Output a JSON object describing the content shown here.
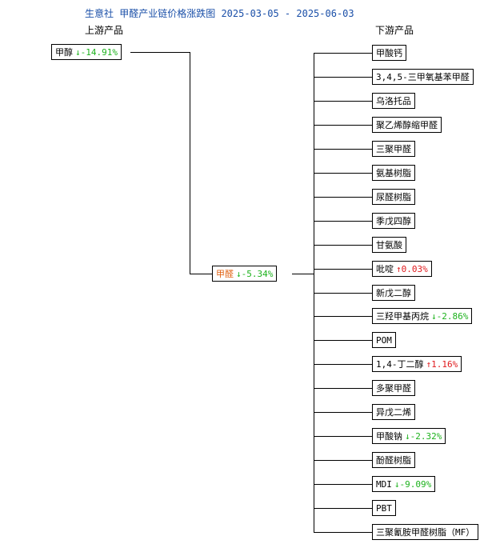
{
  "title": "生意社 甲醛产业链价格涨跌图 2025-03-05 - 2025-06-03",
  "upstream_header": "上游产品",
  "downstream_header": "下游产品",
  "upstream": {
    "name": "甲醇",
    "arrow": "↓",
    "change": "-14.91%",
    "direction": "down"
  },
  "center": {
    "name": "甲醛",
    "arrow": "↓",
    "change": "-5.34%",
    "direction": "down"
  },
  "downstream": [
    {
      "name": "甲酸钙",
      "arrow": "",
      "change": "",
      "direction": ""
    },
    {
      "name": "3,4,5-三甲氧基苯甲醛",
      "arrow": "",
      "change": "",
      "direction": ""
    },
    {
      "name": "乌洛托品",
      "arrow": "",
      "change": "",
      "direction": ""
    },
    {
      "name": "聚乙烯醇缩甲醛",
      "arrow": "",
      "change": "",
      "direction": ""
    },
    {
      "name": "三聚甲醛",
      "arrow": "",
      "change": "",
      "direction": ""
    },
    {
      "name": "氨基树脂",
      "arrow": "",
      "change": "",
      "direction": ""
    },
    {
      "name": "尿醛树脂",
      "arrow": "",
      "change": "",
      "direction": ""
    },
    {
      "name": "季戊四醇",
      "arrow": "",
      "change": "",
      "direction": ""
    },
    {
      "name": "甘氨酸",
      "arrow": "",
      "change": "",
      "direction": ""
    },
    {
      "name": "吡啶",
      "arrow": "↑",
      "change": "0.03%",
      "direction": "up"
    },
    {
      "name": "新戊二醇",
      "arrow": "",
      "change": "",
      "direction": ""
    },
    {
      "name": "三羟甲基丙烷",
      "arrow": "↓",
      "change": "-2.86%",
      "direction": "down"
    },
    {
      "name": "POM",
      "arrow": "",
      "change": "",
      "direction": ""
    },
    {
      "name": "1,4-丁二醇",
      "arrow": "↑",
      "change": "1.16%",
      "direction": "up"
    },
    {
      "name": "多聚甲醛",
      "arrow": "",
      "change": "",
      "direction": ""
    },
    {
      "name": "异戊二烯",
      "arrow": "",
      "change": "",
      "direction": ""
    },
    {
      "name": "甲酸钠",
      "arrow": "↓",
      "change": "-2.32%",
      "direction": "down"
    },
    {
      "name": "酚醛树脂",
      "arrow": "",
      "change": "",
      "direction": ""
    },
    {
      "name": "MDI",
      "arrow": "↓",
      "change": "-9.09%",
      "direction": "down"
    },
    {
      "name": "PBT",
      "arrow": "",
      "change": "",
      "direction": ""
    },
    {
      "name": "三聚氰胺甲醛树脂（MF）",
      "arrow": "",
      "change": "",
      "direction": ""
    }
  ]
}
